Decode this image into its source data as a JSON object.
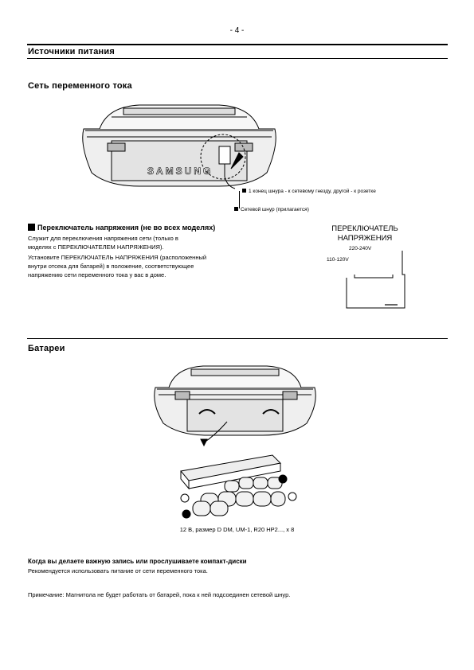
{
  "page_number": "- 4 -",
  "section_power": "Источники питания",
  "subsection_ac": "Сеть переменного тока",
  "brand": "SAMSUNG",
  "callout_cord_end": "1 конец шнура - к сетевому гнезду, другой - к розетке",
  "callout_cord": "Сетевой шнур (прилагается)",
  "voltage_switch": {
    "heading": "Переключатель напряжения (не во всех моделях)",
    "lines": [
      "Служит для переключения напряжения сети (только в",
      "моделях с ПЕРЕКЛЮЧАТЕЛЕМ НАПРЯЖЕНИЯ).",
      "Установите ПЕРЕКЛЮЧАТЕЛЬ НАПРЯЖЕНИЯ (расположенный",
      "внутри отсека для батарей) в положение, соответствующее",
      "напряжению сети переменного тока у вас в доме."
    ],
    "diagram_title_1": "ПЕРЕКЛЮЧАТЕЛЬ",
    "diagram_title_2": "НАПРЯЖЕНИЯ",
    "label_high": "220-240V",
    "label_low": "110-120V"
  },
  "section_batteries": "Батареи",
  "battery_caption": "12 В, размер D DM, UM-1, R20 HP2..., x 8",
  "recording_heading": "Когда вы делаете важную запись или прослушиваете компакт-диски",
  "recording_text": "Рекомендуется использовать питание от сети переменного тока.",
  "note": "Примечание: Магнитола не будет работать от батарей, пока к ней подсоединен сетевой шнур."
}
